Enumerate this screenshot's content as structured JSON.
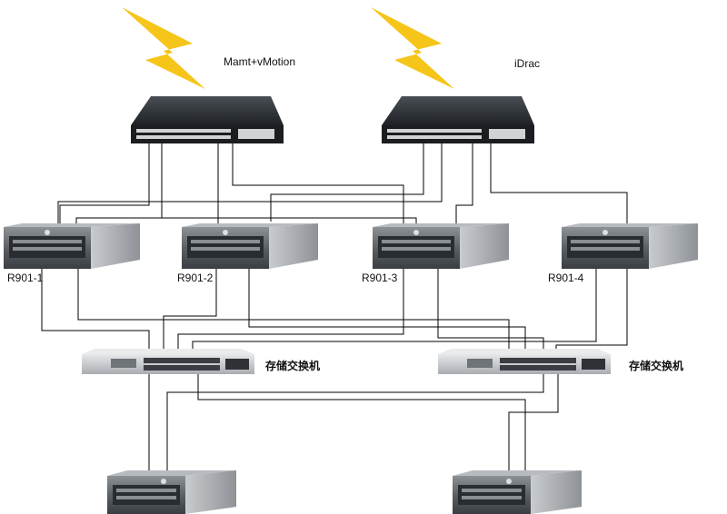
{
  "network_labels": {
    "mgmt": "Mamt+vMotion",
    "idrac": "iDrac"
  },
  "servers": [
    {
      "id": "r1",
      "label": "R901-1"
    },
    {
      "id": "r2",
      "label": "R901-2"
    },
    {
      "id": "r3",
      "label": "R901-3"
    },
    {
      "id": "r4",
      "label": "R901-4"
    }
  ],
  "storage_switches": [
    {
      "id": "fc1",
      "label": "存储交换机"
    },
    {
      "id": "fc2",
      "label": "存储交换机"
    }
  ],
  "colors": {
    "lightning": "#f5c51a",
    "switch_body": "#2b2f33",
    "server_body": "#5a5f64",
    "fc_body": "#c8cbce",
    "cable": "#000000"
  }
}
